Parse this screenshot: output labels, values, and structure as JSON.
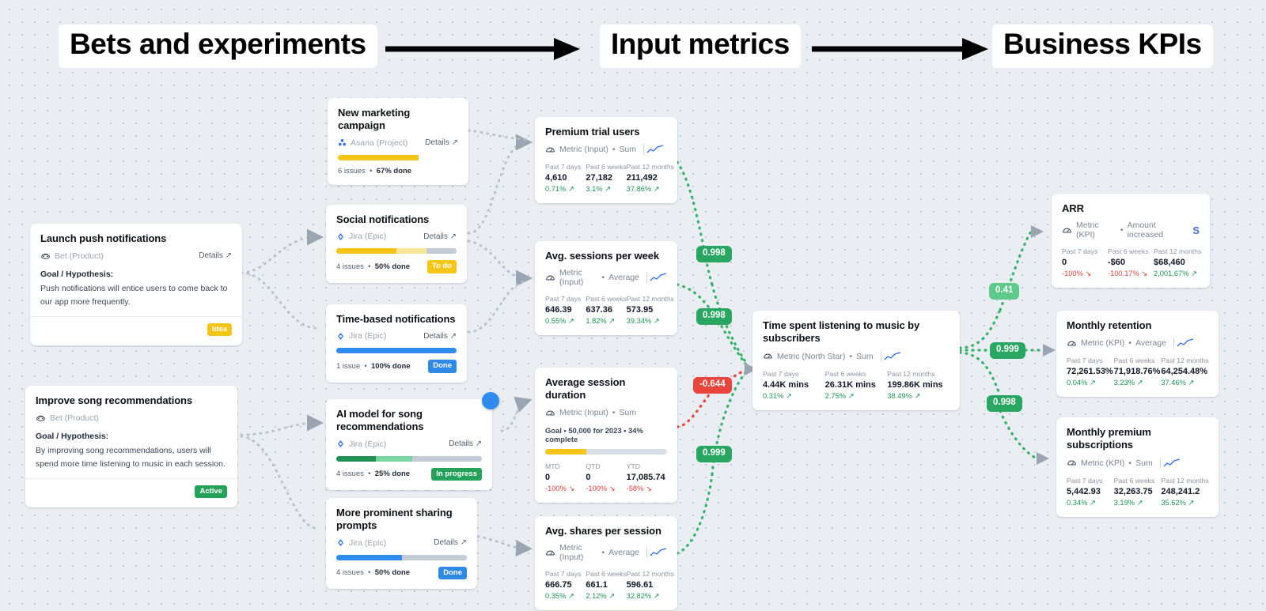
{
  "banners": [
    {
      "label": "Bets and experiments"
    },
    {
      "label": "Input metrics"
    },
    {
      "label": "Business KPIs"
    }
  ],
  "bets": [
    {
      "title": "Launch push notifications",
      "source": "Bet (Product)",
      "details": "Details ↗",
      "goal_label": "Goal / Hypothesis:",
      "goal_text": "Push notifications will entice users to come back to our app more frequently.",
      "status": "Idea"
    },
    {
      "title": "Improve song recommendations",
      "source": "Bet (Product)",
      "details": "",
      "goal_label": "Goal / Hypothesis:",
      "goal_text": "By improving song recommendations, users will spend more time listening to music in each session.",
      "status": "Active"
    }
  ],
  "work_items": [
    {
      "title": "New marketing campaign",
      "source": "Asana (Project)",
      "details": "Details ↗",
      "issues": "6 issues",
      "done": "67% done",
      "status": "",
      "segments": [
        {
          "pct": 67,
          "color": "#f5c518"
        },
        {
          "pct": 0,
          "color": "#fbe79a"
        },
        {
          "pct": 33,
          "color": "#ffffff"
        }
      ]
    },
    {
      "title": "Social notifications",
      "source": "Jira (Epic)",
      "details": "Details ↗",
      "issues": "4 issues",
      "done": "50% done",
      "status": "To do",
      "segments": [
        {
          "pct": 50,
          "color": "#f5c518"
        },
        {
          "pct": 25,
          "color": "#fbe79a"
        },
        {
          "pct": 25,
          "color": "#c3ccd6"
        }
      ]
    },
    {
      "title": "Time-based notifications",
      "source": "Jira (Epic)",
      "details": "Details ↗",
      "issues": "1 issue",
      "done": "100% done",
      "status": "Done",
      "segments": [
        {
          "pct": 100,
          "color": "#2f8bf0"
        }
      ]
    },
    {
      "title": "AI model for song recommendations",
      "source": "Jira (Epic)",
      "details": "Details ↗",
      "issues": "4 issues",
      "done": "25% done",
      "status": "In progress",
      "segments": [
        {
          "pct": 27,
          "color": "#1f9254"
        },
        {
          "pct": 25,
          "color": "#79d6a0"
        },
        {
          "pct": 48,
          "color": "#c3ccd6"
        }
      ]
    },
    {
      "title": "More prominent sharing prompts",
      "source": "Jira (Epic)",
      "details": "Details ↗",
      "issues": "4 issues",
      "done": "50% done",
      "status": "Done",
      "segments": [
        {
          "pct": 50,
          "color": "#2f8bf0"
        },
        {
          "pct": 50,
          "color": "#c3ccd6"
        }
      ]
    }
  ],
  "input_metrics": [
    {
      "title": "Premium trial users",
      "type": "Metric (Input)",
      "agg": "Sum",
      "columns": [
        {
          "hdr": "Past 7 days",
          "val": "4,610",
          "chg": "0.71% ↗",
          "dir": "up"
        },
        {
          "hdr": "Past 6 weeks",
          "val": "27,182",
          "chg": "3.1% ↗",
          "dir": "up"
        },
        {
          "hdr": "Past 12 months",
          "val": "211,492",
          "chg": "37.86% ↗",
          "dir": "up"
        }
      ]
    },
    {
      "title": "Avg. sessions per week",
      "type": "Metric (Input)",
      "agg": "Average",
      "columns": [
        {
          "hdr": "Past 7 days",
          "val": "646.39",
          "chg": "0.55% ↗",
          "dir": "up"
        },
        {
          "hdr": "Past 6 weeks",
          "val": "637.36",
          "chg": "1.82% ↗",
          "dir": "up"
        },
        {
          "hdr": "Past 12 months",
          "val": "573.95",
          "chg": "39.34% ↗",
          "dir": "up"
        }
      ]
    },
    {
      "title": "Avg. shares per session",
      "type": "Metric (Input)",
      "agg": "Average",
      "columns": [
        {
          "hdr": "Past 7 days",
          "val": "666.75",
          "chg": "0.35% ↗",
          "dir": "up"
        },
        {
          "hdr": "Past 6 weeks",
          "val": "661.1",
          "chg": "2.12% ↗",
          "dir": "up"
        },
        {
          "hdr": "Past 12 months",
          "val": "596.61",
          "chg": "32.82% ↗",
          "dir": "up"
        }
      ]
    }
  ],
  "goal_metric": {
    "title": "Average session duration",
    "type": "Metric (Input)",
    "agg": "Sum",
    "goal_line": "Goal • 50,000 for 2023 • 34% complete",
    "goal_pct": 34,
    "columns": [
      {
        "hdr": "MTD",
        "val": "0",
        "chg": "-100% ↘",
        "dir": "down"
      },
      {
        "hdr": "QTD",
        "val": "0",
        "chg": "-100% ↘",
        "dir": "down"
      },
      {
        "hdr": "YTD",
        "val": "17,085.74",
        "chg": "-58% ↘",
        "dir": "down"
      }
    ]
  },
  "north_star": {
    "title": "Time spent listening to music by subscribers",
    "type": "Metric (North Star)",
    "agg": "Sum",
    "columns": [
      {
        "hdr": "Past 7 days",
        "val": "4.44K mins",
        "chg": "0.31% ↗",
        "dir": "up"
      },
      {
        "hdr": "Past 6 weeks",
        "val": "26.31K mins",
        "chg": "2.75% ↗",
        "dir": "up"
      },
      {
        "hdr": "Past 12 months",
        "val": "199.86K mins",
        "chg": "38.49% ↗",
        "dir": "up"
      }
    ]
  },
  "kpis": [
    {
      "title": "ARR",
      "type": "Metric (KPI)",
      "agg": "Amount increased",
      "badge": "S",
      "columns": [
        {
          "hdr": "Past 7 days",
          "val": "0",
          "chg": "-100% ↘",
          "dir": "down"
        },
        {
          "hdr": "Past 6 weeks",
          "val": "-$60",
          "chg": "-100.17% ↘",
          "dir": "down"
        },
        {
          "hdr": "Past 12 months",
          "val": "$68,460",
          "chg": "2,001.67% ↗",
          "dir": "up"
        }
      ]
    },
    {
      "title": "Monthly retention",
      "type": "Metric (KPI)",
      "agg": "Average",
      "badge": "",
      "columns": [
        {
          "hdr": "Past 7 days",
          "val": "72,261.53%",
          "chg": "0.04% ↗",
          "dir": "up"
        },
        {
          "hdr": "Past 6 weeks",
          "val": "71,918.76%",
          "chg": "3.23% ↗",
          "dir": "up"
        },
        {
          "hdr": "Past 12 months",
          "val": "64,254.48%",
          "chg": "37.46% ↗",
          "dir": "up"
        }
      ]
    },
    {
      "title": "Monthly premium subscriptions",
      "type": "Metric (KPI)",
      "agg": "Sum",
      "badge": "",
      "columns": [
        {
          "hdr": "Past 7 days",
          "val": "5,442.93",
          "chg": "0.34% ↗",
          "dir": "up"
        },
        {
          "hdr": "Past 6 weeks",
          "val": "32,263.75",
          "chg": "3.19% ↗",
          "dir": "up"
        },
        {
          "hdr": "Past 12 months",
          "val": "248,241.2",
          "chg": "35.62% ↗",
          "dir": "up"
        }
      ]
    }
  ],
  "correlations": [
    {
      "value": "0.998",
      "tone": "g"
    },
    {
      "value": "0.998",
      "tone": "g"
    },
    {
      "value": "-0.644",
      "tone": "r"
    },
    {
      "value": "0.999",
      "tone": "g"
    },
    {
      "value": "0.41",
      "tone": "g2"
    },
    {
      "value": "0.999",
      "tone": "g"
    },
    {
      "value": "0.998",
      "tone": "g"
    }
  ],
  "colors": {
    "green": "#28a662",
    "light_green": "#5ecb8c",
    "red": "#e8453c",
    "yellow": "#f5c518",
    "blue": "#2f8bf0"
  }
}
